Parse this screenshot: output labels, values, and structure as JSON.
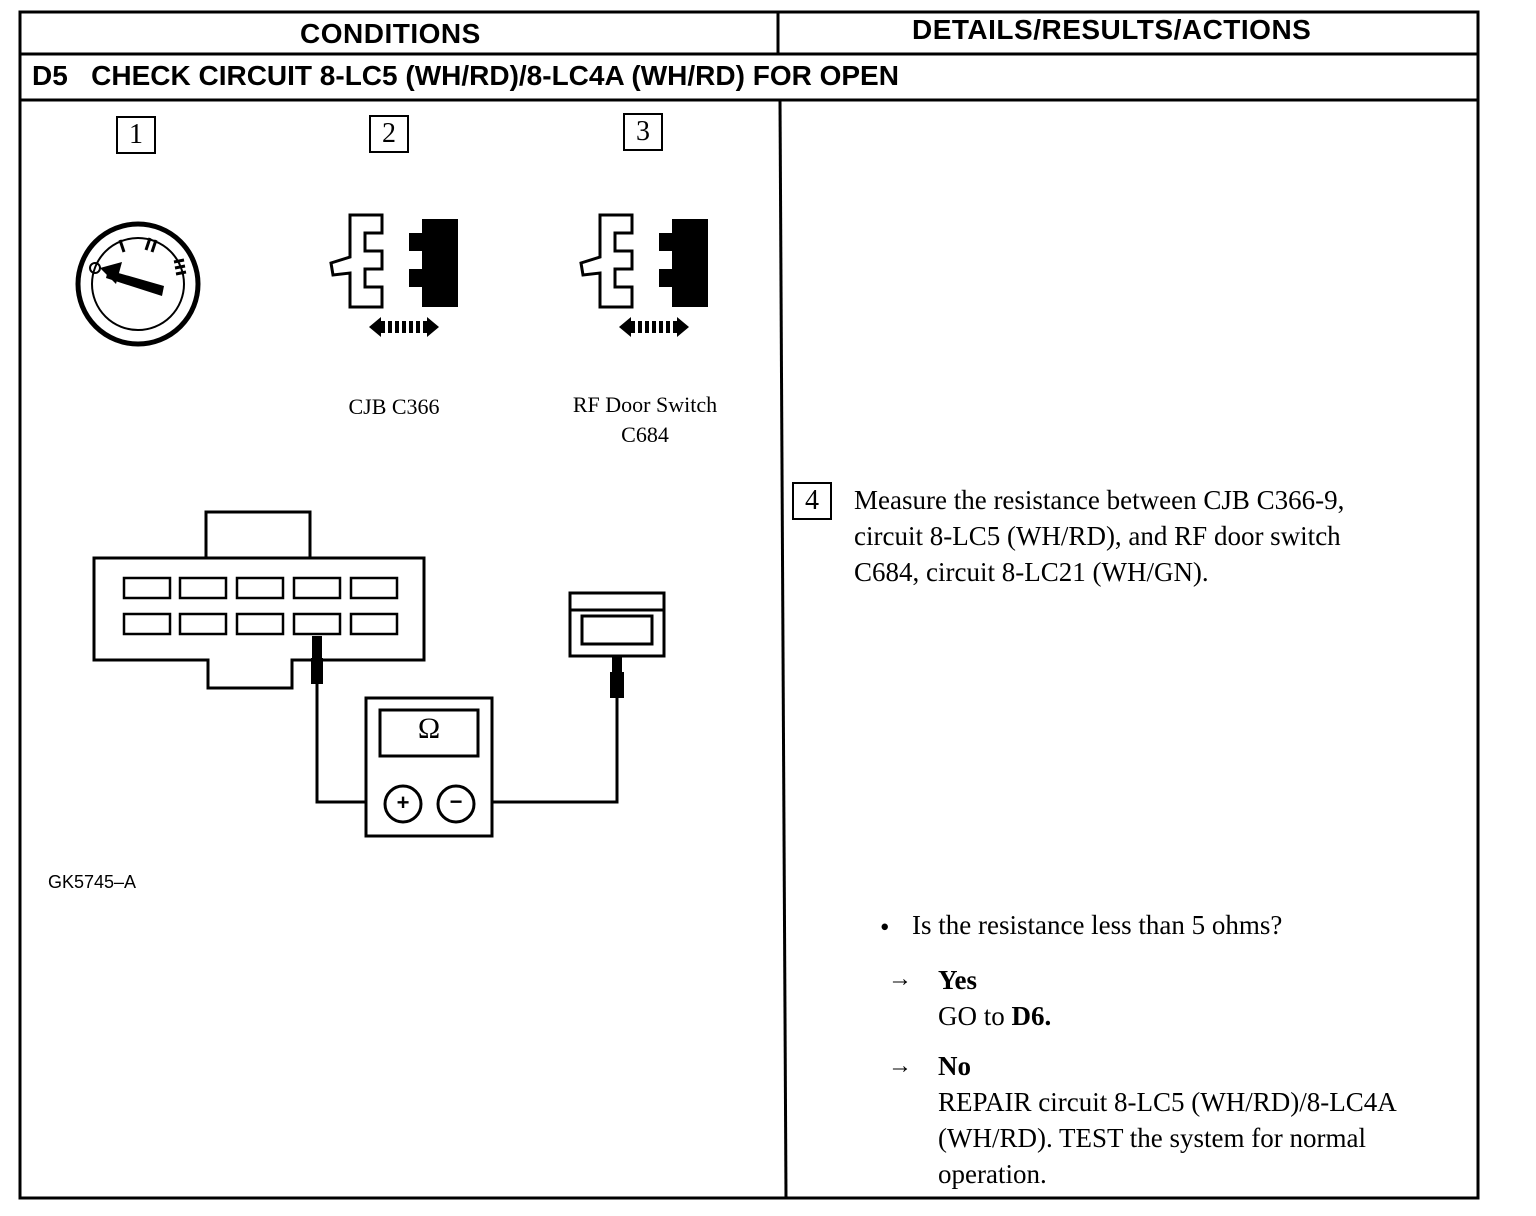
{
  "header": {
    "conditions": "CONDITIONS",
    "details": "DETAILS/RESULTS/ACTIONS"
  },
  "test_step": {
    "id": "D5",
    "title": "CHECK CIRCUIT 8-LC5 (WH/RD)/8-LC4A (WH/RD) FOR OPEN"
  },
  "steps": {
    "s1": "1",
    "s2": "2",
    "s3": "3",
    "s4": "4"
  },
  "labels": {
    "cjb": "CJB C366",
    "rf_line1": "RF Door Switch",
    "rf_line2": "C684",
    "meter_symbol": "Ω",
    "plus": "+",
    "minus": "−",
    "figure_id": "GK5745–A",
    "ign_off": "O",
    "ign_1": "I",
    "ign_2": "II",
    "ign_3": "III"
  },
  "details": {
    "measure_line1": "Measure the resistance between CJB C366-9,",
    "measure_line2": "circuit 8-LC5 (WH/RD), and RF door switch",
    "measure_line3": "C684, circuit 8-LC21 (WH/GN).",
    "question": "Is the resistance less than 5 ohms?",
    "bullet_glyph": "•",
    "arrow_glyph": "→",
    "yes_label": "Yes",
    "yes_action_prefix": "GO to ",
    "yes_action_target": "D6.",
    "no_label": "No",
    "no_line1": "REPAIR circuit 8-LC5 (WH/RD)/8-LC4A",
    "no_line2": "(WH/RD). TEST the system for normal",
    "no_line3": "operation."
  }
}
